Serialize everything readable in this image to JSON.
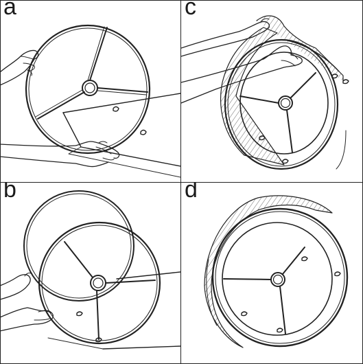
{
  "panels": [
    {
      "id": "a",
      "label": "a"
    },
    {
      "id": "b",
      "label": "b"
    },
    {
      "id": "c",
      "label": "c"
    },
    {
      "id": "d",
      "label": "d"
    }
  ],
  "colors": {
    "line": "#222222",
    "background": "#ffffff",
    "hatch": "#444444"
  }
}
